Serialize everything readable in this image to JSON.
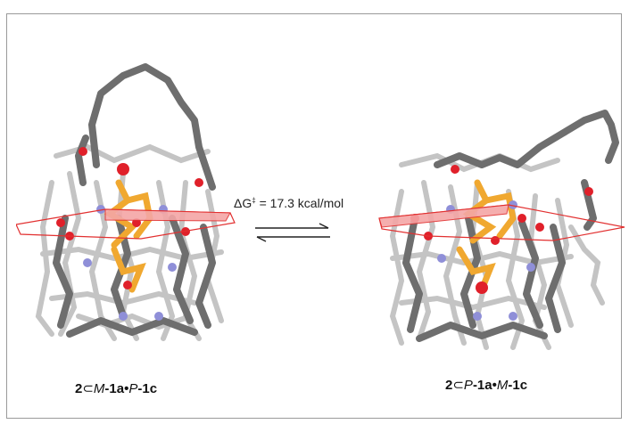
{
  "equilibrium": {
    "delta_g_prefix": "ΔG",
    "delta_g_superscript": "‡",
    "delta_g_value": " = 17.3 kcal/mol"
  },
  "captions": {
    "left": {
      "p1": "2",
      "p2": "⊂",
      "p3": "M",
      "p4": "-1a",
      "p5": "•",
      "p6": "P",
      "p7": "-1c"
    },
    "right": {
      "p1": "2",
      "p2": "⊂",
      "p3": "P",
      "p4": "-1a",
      "p5": "•",
      "p6": "M",
      "p7": "-1c"
    }
  },
  "colors": {
    "frame": "#9a9a9a",
    "backbone": "#6e6e6e",
    "light_stick": "#c4c4c4",
    "oxygen": "#e0202a",
    "nitrogen": "#8f8fd8",
    "guest": "#f0a830",
    "plane_fill": "#f4a6a6",
    "plane_outline": "#e23030"
  }
}
